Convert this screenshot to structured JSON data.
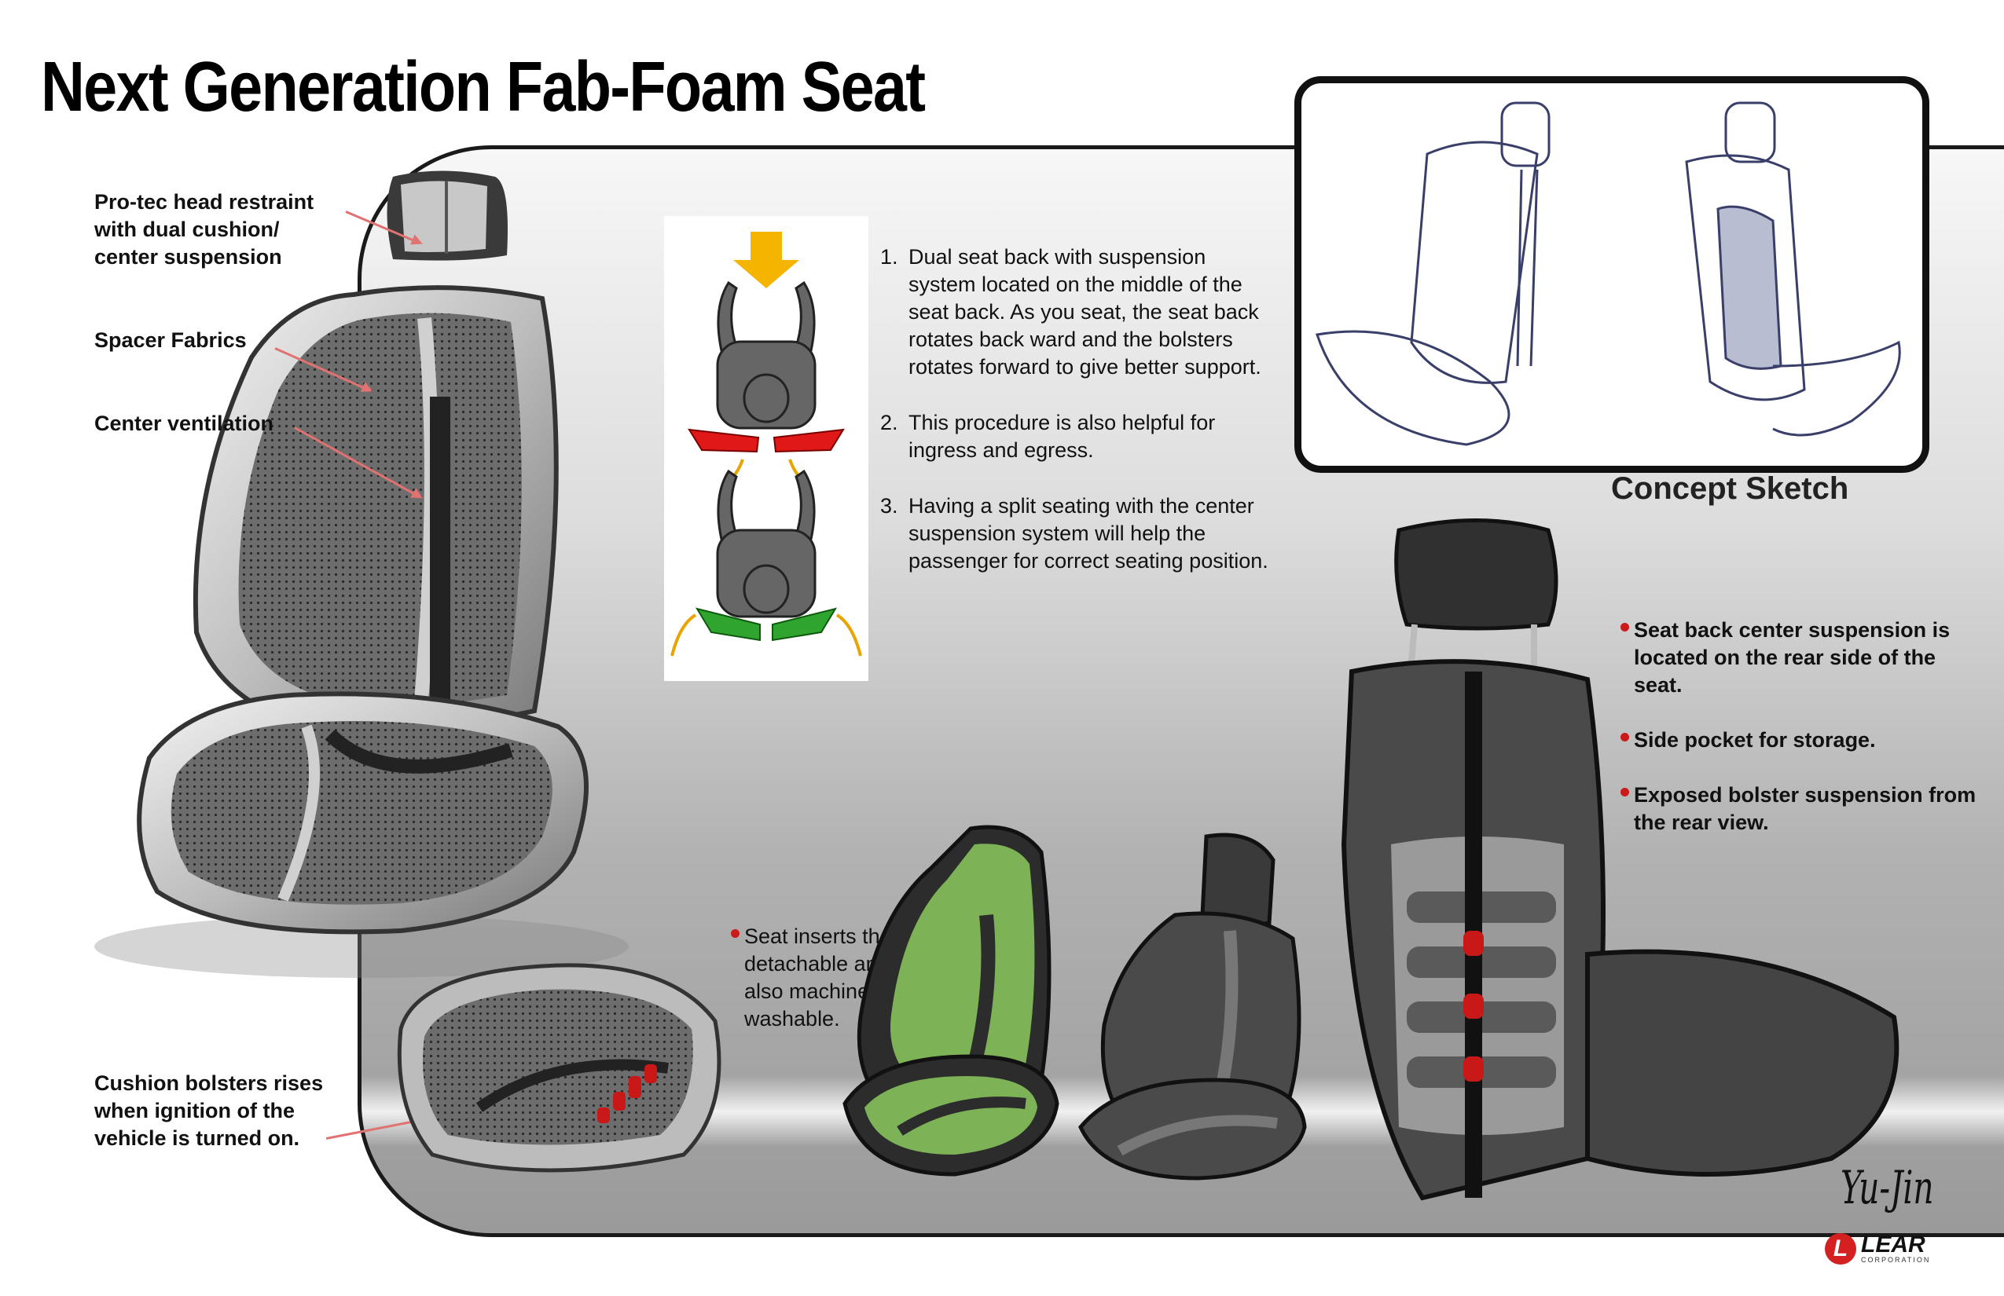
{
  "title": "Next Generation Fab-Foam Seat",
  "callouts": {
    "head_restraint": [
      "Pro-tec head restraint",
      "with dual cushion/",
      "center suspension"
    ],
    "spacer_fabrics": "Spacer Fabrics",
    "center_ventilation": "Center ventilation",
    "cushion_bolsters": [
      "Cushion bolsters rises",
      "when ignition of the",
      "vehicle is turned on."
    ]
  },
  "points": [
    {
      "num": "1.",
      "text": "Dual seat back with suspension system located on the middle of the seat back.  As you seat, the seat back rotates back ward and the bolsters rotates forward to give better support."
    },
    {
      "num": "2.",
      "text": "This procedure is also helpful for ingress and egress."
    },
    {
      "num": "3.",
      "text": "Having a split seating with the center suspension system will help the passenger for correct seating position."
    }
  ],
  "concept_caption": "Concept Sketch",
  "rear_bullets": [
    "Seat back center suspension is located on the rear side of the seat.",
    "Side pocket for storage.",
    "Exposed bolster suspension from the rear view."
  ],
  "inserts_note": "Seat inserts that is detachable and it is also machine washable.",
  "signature": "Yu-Jin",
  "logo": {
    "mark": "L",
    "name": "LEAR",
    "sub": "CORPORATION"
  },
  "colors": {
    "accent_red": "#cc1a1a",
    "arrow_yellow": "#f5b400",
    "bolster_red": "#e01818",
    "bolster_green": "#2fa52f",
    "insert_green": "#7db356",
    "leader_pink": "#e07272"
  }
}
